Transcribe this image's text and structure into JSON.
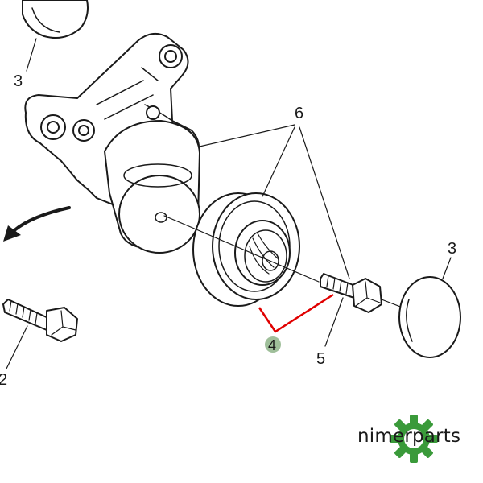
{
  "diagram": {
    "labels": {
      "cap_top": "3",
      "cap_right": "3",
      "bolt_left": "2",
      "highlighted_part": "4",
      "bolt_right": "5",
      "assembly": "6"
    },
    "colors": {
      "highlight_leader": "#e00000",
      "badge_fill": "#9fbf9a",
      "gear": "#3a9a3a"
    }
  },
  "brand": {
    "name": "nimerparts",
    "icon": "gear-icon"
  }
}
